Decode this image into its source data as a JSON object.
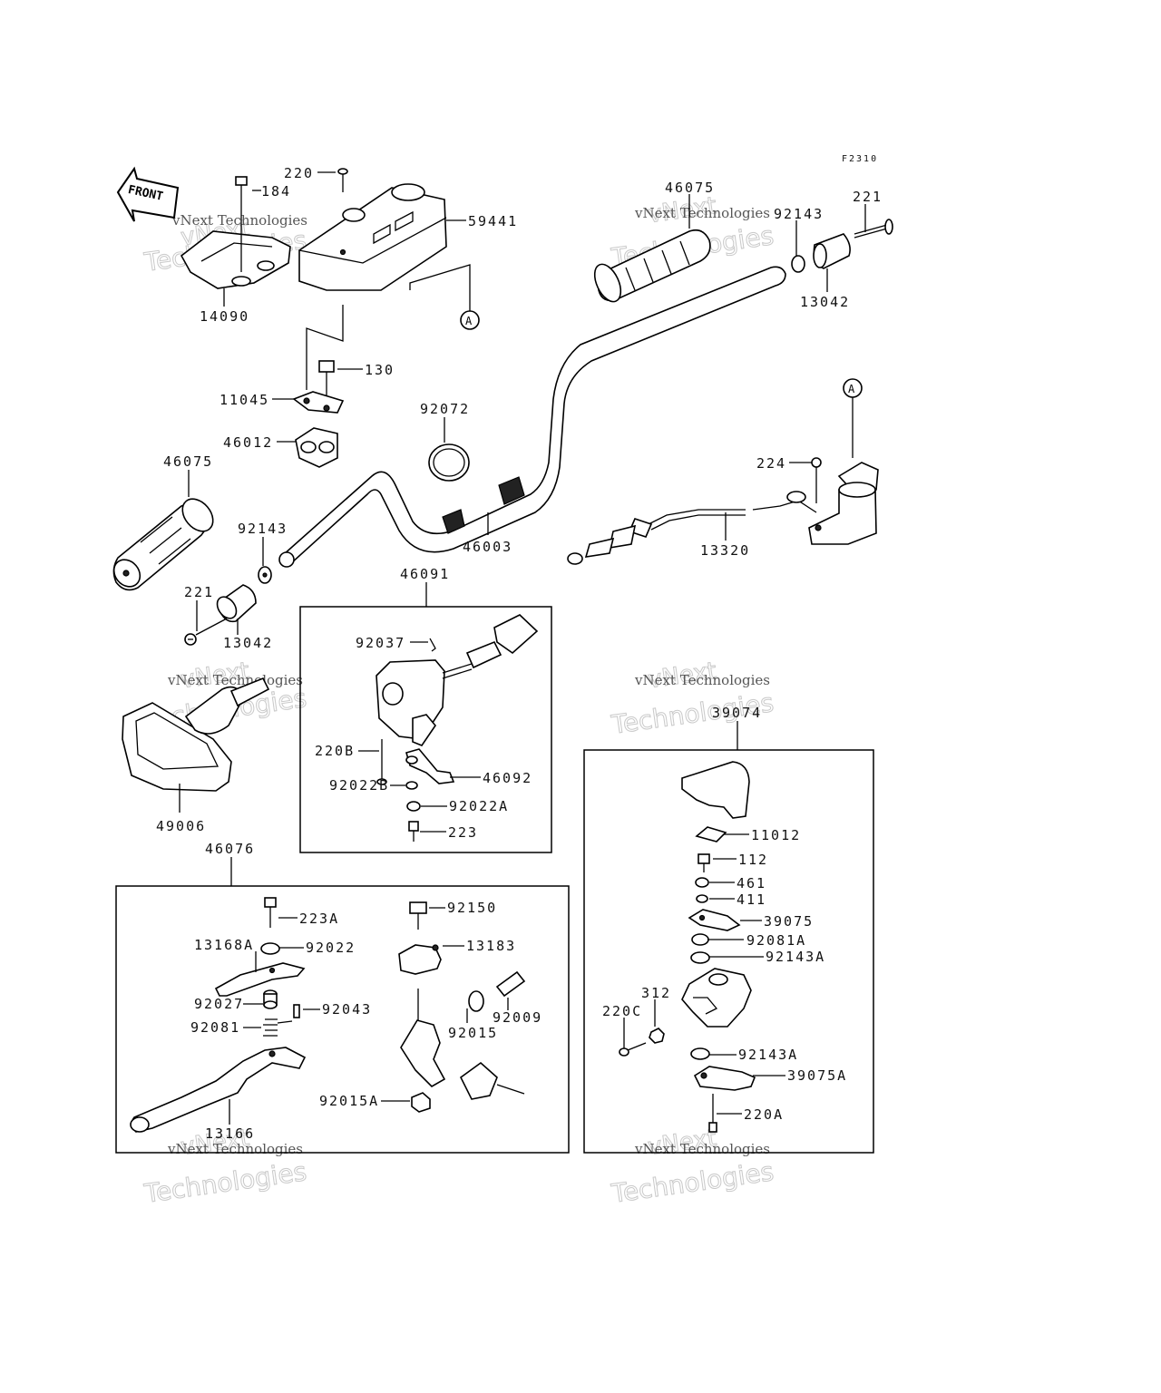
{
  "figure_code": "F2310",
  "front_label": "FRONT",
  "callout_letter": "A",
  "watermark": {
    "line1": "vNext",
    "line2": "Technologies",
    "line3": "vNext Technologies"
  },
  "parts": {
    "p220_top": "220",
    "p184": "184",
    "p59441": "59441",
    "p14090": "14090",
    "p130": "130",
    "p11045": "11045",
    "p46012": "46012",
    "p92072": "92072",
    "p46003": "46003",
    "p46075_left": "46075",
    "p92143_left": "92143",
    "p221_left": "221",
    "p13042_left": "13042",
    "p46075_right": "46075",
    "p92143_right": "92143",
    "p221_right": "221",
    "p13042_right": "13042",
    "p224": "224",
    "p13320": "13320",
    "p46091": "46091",
    "p92037": "92037",
    "p220B": "220B",
    "p92022B": "92022B",
    "p46092": "46092",
    "p92022A": "92022A",
    "p223": "223",
    "p49006": "49006",
    "p46076": "46076",
    "p223A": "223A",
    "p13168A": "13168A",
    "p92022": "92022",
    "p92027": "92027",
    "p92043": "92043",
    "p92081": "92081",
    "p13166": "13166",
    "p92150": "92150",
    "p13183": "13183",
    "p92009": "92009",
    "p92015": "92015",
    "p92015A": "92015A",
    "p39074": "39074",
    "p11012": "11012",
    "p112": "112",
    "p461": "461",
    "p411": "411",
    "p39075": "39075",
    "p92081A": "92081A",
    "p92143A_top": "92143A",
    "p312": "312",
    "p220C": "220C",
    "p92143A_bot": "92143A",
    "p39075A": "39075A",
    "p220A": "220A"
  }
}
